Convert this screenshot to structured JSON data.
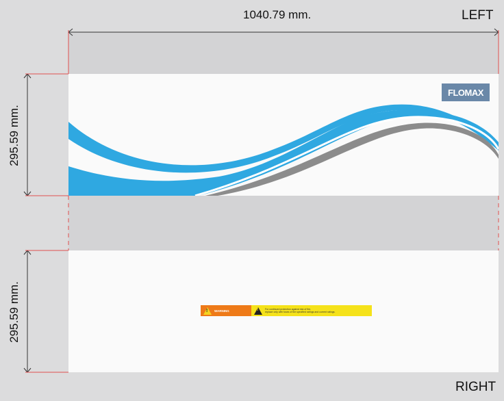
{
  "width_label": "1040.79 mm.",
  "height_label_top": "295.59 mm.",
  "height_label_bottom": "295.59 mm.",
  "left_label": "LEFT",
  "right_label": "RIGHT",
  "logo_text": "FLOMAX",
  "warning": {
    "title": "WARNING",
    "text_line1": "For continued protection against risk of fire,",
    "text_line2": "replace only with fuses of the specified ratings and current ratings."
  },
  "colors": {
    "background": "#dcdcdd",
    "panel": "#fafafa",
    "wave_blue": "#2fa8e1",
    "wave_gray": "#8c8c8c",
    "dimension_red": "#e05050",
    "warning_orange": "#ee7a18",
    "warning_yellow": "#f5e21a"
  }
}
